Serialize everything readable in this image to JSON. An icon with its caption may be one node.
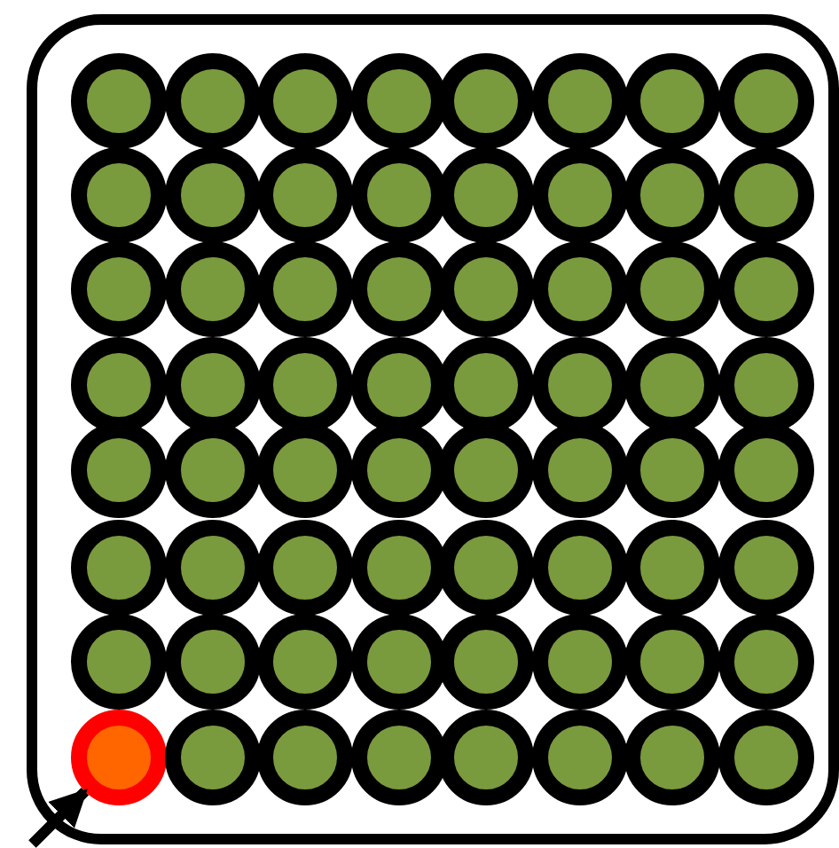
{
  "diagram": {
    "nodes": [
      {
        "text": [],
        "shape": "box"
      },
      {
        "text": [],
        "shape": "circle",
        "in": 0
      },
      {
        "text": [],
        "shape": "circle",
        "in": 0
      },
      {
        "text": [],
        "shape": "circle",
        "in": 0
      },
      {
        "text": [],
        "shape": "circle",
        "in": 0
      },
      {
        "text": [],
        "shape": "circle",
        "in": 0
      },
      {
        "text": [],
        "shape": "circle",
        "in": 0
      },
      {
        "text": [],
        "shape": "circle",
        "in": 0
      },
      {
        "text": [],
        "shape": "circle",
        "in": 0
      },
      {
        "text": [],
        "shape": "circle",
        "in": 0
      },
      {
        "text": [],
        "shape": "circle",
        "in": 0
      },
      {
        "text": [],
        "shape": "circle",
        "in": 0
      },
      {
        "text": [],
        "shape": "circle",
        "in": 0
      },
      {
        "text": [],
        "shape": "circle",
        "in": 0
      },
      {
        "text": [],
        "shape": "circle",
        "in": 0
      },
      {
        "text": [],
        "shape": "circle",
        "in": 0
      },
      {
        "text": [],
        "shape": "circle",
        "in": 0
      },
      {
        "text": [],
        "shape": "circle",
        "in": 0
      },
      {
        "text": [],
        "shape": "circle",
        "in": 0
      },
      {
        "text": [],
        "shape": "circle",
        "in": 0
      },
      {
        "text": [],
        "shape": "circle",
        "in": 0
      },
      {
        "text": [],
        "shape": "circle",
        "in": 0
      },
      {
        "text": [],
        "shape": "circle",
        "in": 0
      },
      {
        "text": [],
        "shape": "circle",
        "in": 0
      },
      {
        "text": [],
        "shape": "circle",
        "in": 0
      },
      {
        "text": [],
        "shape": "circle",
        "in": 0
      },
      {
        "text": [],
        "shape": "circle",
        "in": 0
      },
      {
        "text": [],
        "shape": "circle",
        "in": 0
      },
      {
        "text": [],
        "shape": "circle",
        "in": 0
      },
      {
        "text": [],
        "shape": "circle",
        "in": 0
      },
      {
        "text": [],
        "shape": "circle",
        "in": 0
      },
      {
        "text": [],
        "shape": "circle",
        "in": 0
      },
      {
        "text": [],
        "shape": "circle",
        "in": 0
      },
      {
        "text": [],
        "shape": "circle",
        "in": 0
      },
      {
        "text": [],
        "shape": "circle",
        "in": 0
      },
      {
        "text": [],
        "shape": "circle",
        "in": 0
      },
      {
        "text": [],
        "shape": "circle",
        "in": 0
      },
      {
        "text": [],
        "shape": "circle",
        "in": 0
      },
      {
        "text": [],
        "shape": "circle",
        "in": 0
      },
      {
        "text": [],
        "shape": "circle",
        "in": 0
      },
      {
        "text": [],
        "shape": "circle",
        "in": 0
      },
      {
        "text": [],
        "shape": "circle",
        "in": 0
      },
      {
        "text": [],
        "shape": "circle",
        "in": 0
      },
      {
        "text": [],
        "shape": "circle",
        "in": 0
      },
      {
        "text": [],
        "shape": "circle",
        "in": 0
      },
      {
        "text": [],
        "shape": "circle",
        "in": 0
      },
      {
        "text": [],
        "shape": "circle",
        "in": 0
      },
      {
        "text": [],
        "shape": "circle",
        "in": 0
      },
      {
        "text": [],
        "shape": "circle",
        "in": 0
      },
      {
        "text": [],
        "shape": "circle",
        "in": 0
      },
      {
        "text": [],
        "shape": "circle",
        "in": 0
      },
      {
        "text": [],
        "shape": "circle",
        "in": 0
      },
      {
        "text": [],
        "shape": "circle",
        "in": 0
      },
      {
        "text": [],
        "shape": "circle",
        "in": 0
      },
      {
        "text": [],
        "shape": "circle",
        "in": 0
      },
      {
        "text": [],
        "shape": "circle",
        "in": 0
      },
      {
        "text": [],
        "shape": "circle",
        "in": 0
      },
      {
        "text": [],
        "shape": "circle",
        "in": 0
      },
      {
        "text": [],
        "shape": "circle",
        "in": 0
      },
      {
        "text": [],
        "shape": "circle",
        "in": 0
      },
      {
        "text": [],
        "shape": "circle",
        "in": 0
      },
      {
        "text": [],
        "shape": "circle",
        "in": 0
      },
      {
        "text": [],
        "shape": "circle",
        "in": 0
      },
      {
        "text": [],
        "shape": "circle",
        "in": 0
      },
      {
        "text": [],
        "shape": "circle",
        "in": 0
      }
    ],
    "edges": [
      {
        "from": null,
        "to": 57,
        "arrow": "to"
      }
    ]
  }
}
